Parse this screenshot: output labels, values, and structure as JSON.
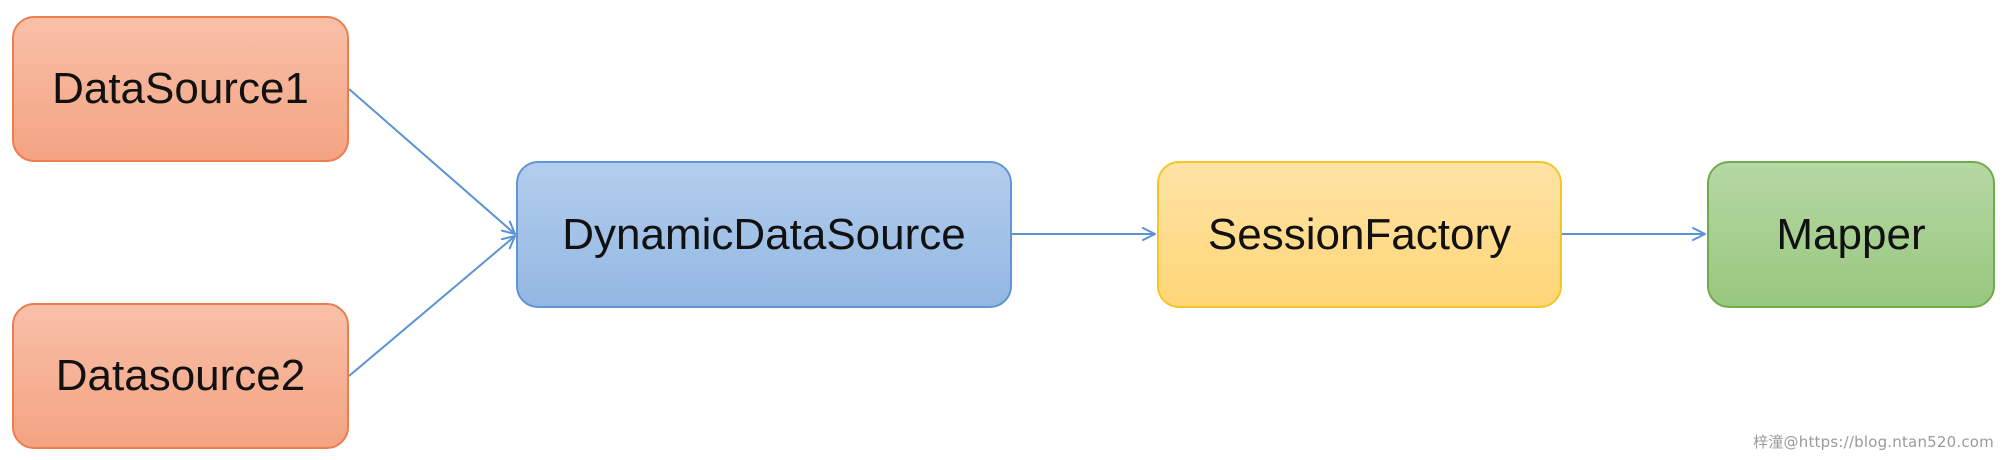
{
  "nodes": {
    "datasource1": "DataSource1",
    "datasource2": "Datasource2",
    "dynamic_datasource": "DynamicDataSource",
    "session_factory": "SessionFactory",
    "mapper": "Mapper"
  },
  "watermark": "梓潼@https://blog.ntan520.com",
  "colors": {
    "source_fill": "#f4a382",
    "dynamic_fill": "#93b7e3",
    "session_fill": "#ffd676",
    "mapper_fill": "#98c77e",
    "arrow": "#5b93d3"
  }
}
